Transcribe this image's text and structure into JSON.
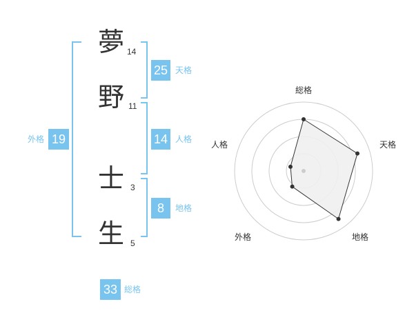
{
  "name": {
    "chars": [
      {
        "kanji": "夢",
        "strokes": "14"
      },
      {
        "kanji": "野",
        "strokes": "11"
      },
      {
        "kanji": "士",
        "strokes": "3"
      },
      {
        "kanji": "生",
        "strokes": "5"
      }
    ]
  },
  "kakusu": {
    "tenkaku": {
      "value": "25",
      "label": "天格"
    },
    "jinkaku": {
      "value": "14",
      "label": "人格"
    },
    "chikaku": {
      "value": "8",
      "label": "地格"
    },
    "gaikaku": {
      "value": "19",
      "label": "外格"
    },
    "soukaku": {
      "value": "33",
      "label": "総格"
    }
  },
  "radar": {
    "labels": {
      "soukaku": "総格",
      "tenkaku": "天格",
      "chikaku": "地格",
      "gaikaku": "外格",
      "jinkaku": "人格"
    },
    "rings": 4,
    "values": {
      "soukaku": 0.75,
      "tenkaku": 0.82,
      "chikaku": 0.86,
      "gaikaku": 0.28,
      "jinkaku": 0.2
    },
    "colors": {
      "fill": "#f0f0f0",
      "stroke": "#333333",
      "grid": "#cccccc",
      "point": "#333333",
      "center": "#cccccc"
    }
  },
  "colors": {
    "accent": "#79c4ee"
  }
}
